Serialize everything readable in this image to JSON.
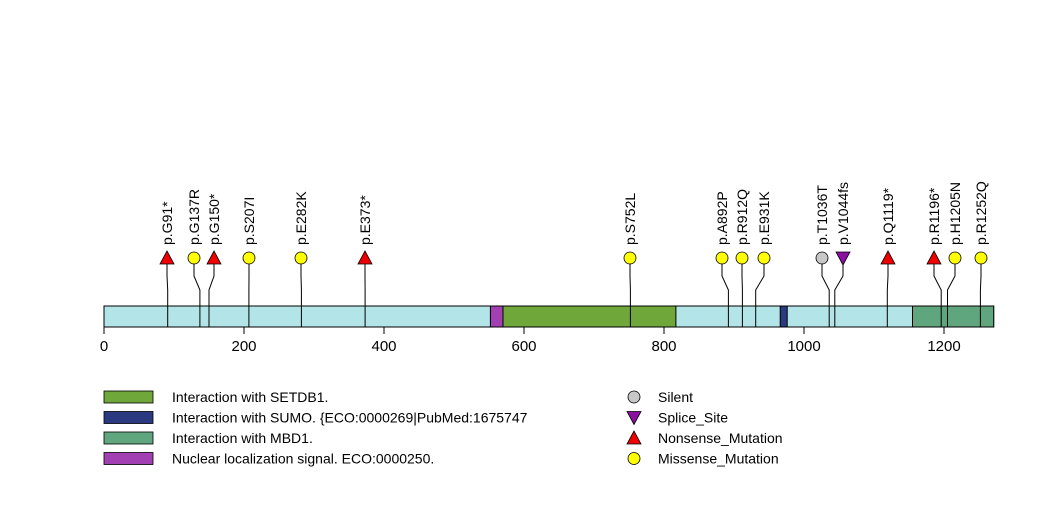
{
  "chart_data": {
    "type": "lollipop",
    "protein_length": 1271,
    "xaxis": {
      "ticks": [
        0,
        200,
        400,
        600,
        800,
        1000,
        1200
      ],
      "range": [
        0,
        1271
      ]
    },
    "domains": [
      {
        "name": "Interaction with SETDB1.",
        "start": 570,
        "end": 817,
        "color": "#6fa73a"
      },
      {
        "name": "Interaction with SUMO. {ECO:0000269|PubMed:1675747",
        "start": 966,
        "end": 976,
        "color": "#2b3a80"
      },
      {
        "name": "Interaction with MBD1.",
        "start": 1155,
        "end": 1271,
        "color": "#5fa57e"
      },
      {
        "name": "Nuclear localization signal. ECO:0000250.",
        "start": 552,
        "end": 570,
        "color": "#a23fb3"
      }
    ],
    "backbone_color": "#b3e5e8",
    "mutation_types": [
      {
        "name": "Silent",
        "shape": "circle",
        "color": "#c8c8c8"
      },
      {
        "name": "Splice_Site",
        "shape": "triangle-down",
        "color": "#8b0fa0"
      },
      {
        "name": "Nonsense_Mutation",
        "shape": "triangle-up",
        "color": "#ee0000"
      },
      {
        "name": "Missense_Mutation",
        "shape": "circle",
        "color": "#ffff00"
      }
    ],
    "mutations": [
      {
        "label": "p.G91*",
        "pos": 91,
        "type": "Nonsense_Mutation"
      },
      {
        "label": "p.G137R",
        "pos": 137,
        "type": "Missense_Mutation"
      },
      {
        "label": "p.G150*",
        "pos": 150,
        "type": "Nonsense_Mutation"
      },
      {
        "label": "p.S207I",
        "pos": 207,
        "type": "Missense_Mutation"
      },
      {
        "label": "p.E282K",
        "pos": 282,
        "type": "Missense_Mutation"
      },
      {
        "label": "p.E373*",
        "pos": 373,
        "type": "Nonsense_Mutation"
      },
      {
        "label": "p.S752L",
        "pos": 752,
        "type": "Missense_Mutation"
      },
      {
        "label": "p.A892P",
        "pos": 892,
        "type": "Missense_Mutation"
      },
      {
        "label": "p.R912Q",
        "pos": 912,
        "type": "Missense_Mutation"
      },
      {
        "label": "p.E931K",
        "pos": 931,
        "type": "Missense_Mutation"
      },
      {
        "label": "p.T1036T",
        "pos": 1036,
        "type": "Silent"
      },
      {
        "label": "p.V1044fs",
        "pos": 1044,
        "type": "Splice_Site"
      },
      {
        "label": "p.Q1119*",
        "pos": 1119,
        "type": "Nonsense_Mutation"
      },
      {
        "label": "p.R1196*",
        "pos": 1196,
        "type": "Nonsense_Mutation"
      },
      {
        "label": "p.H1205N",
        "pos": 1205,
        "type": "Missense_Mutation"
      },
      {
        "label": "p.R1252Q",
        "pos": 1252,
        "type": "Missense_Mutation"
      }
    ]
  }
}
